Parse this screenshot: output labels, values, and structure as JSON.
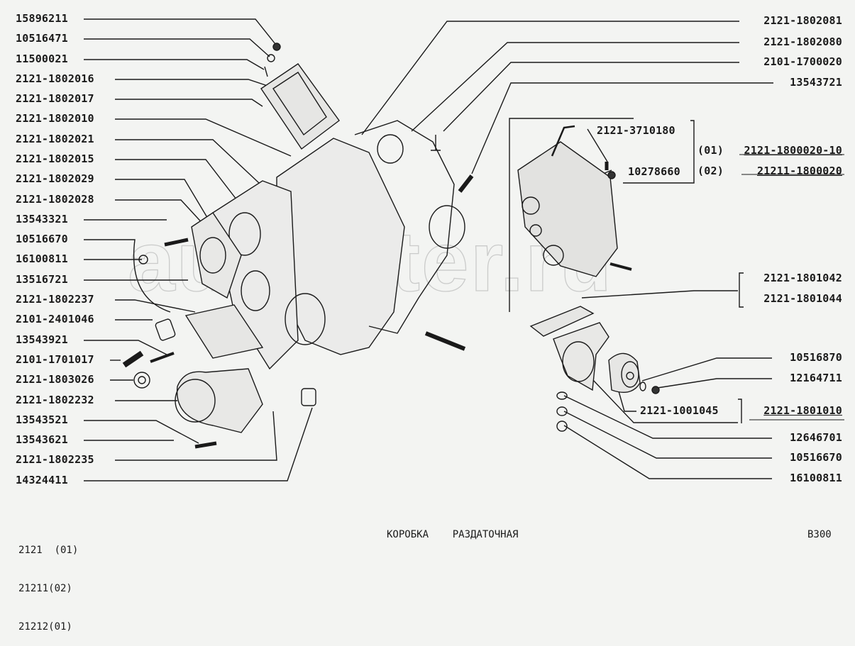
{
  "watermark": "autopiter.ru",
  "left_labels": [
    "15896211",
    "10516471",
    "11500021",
    "2121-1802016",
    "2121-1802017",
    "2121-1802010",
    "2121-1802021",
    "2121-1802015",
    "2121-1802029",
    "2121-1802028",
    "13543321",
    "10516670",
    "16100811",
    "13516721",
    "2121-1802237",
    "2101-2401046",
    "13543921",
    "2101-1701017",
    "2121-1803026",
    "2121-1802232",
    "13543521",
    "13543621",
    "2121-1802235",
    "14324411"
  ],
  "right_labels": {
    "top": [
      "2121-1802081",
      "2121-1802080",
      "2101-1700020",
      "13543721"
    ],
    "sensor": "2121-3710180",
    "plug": "10278660",
    "assembly_01_code": "(01)",
    "assembly_01": "2121-1800020-10",
    "assembly_02_code": "(02)",
    "assembly_02": "21211-1800020",
    "bracket_a": "2121-1801042",
    "bracket_b": "2121-1801044",
    "washer": "10516870",
    "nut": "12164711",
    "cushion": "2121-1001045",
    "support_assembly": "2121-1801010",
    "bottom": [
      "12646701",
      "10516670",
      "16100811"
    ]
  },
  "footer": {
    "models": [
      "2121  (01)",
      "21211(02)",
      "21212(01)"
    ],
    "title": "КОРОБКА    РАЗДАТОЧНАЯ",
    "page_code": "B300"
  }
}
